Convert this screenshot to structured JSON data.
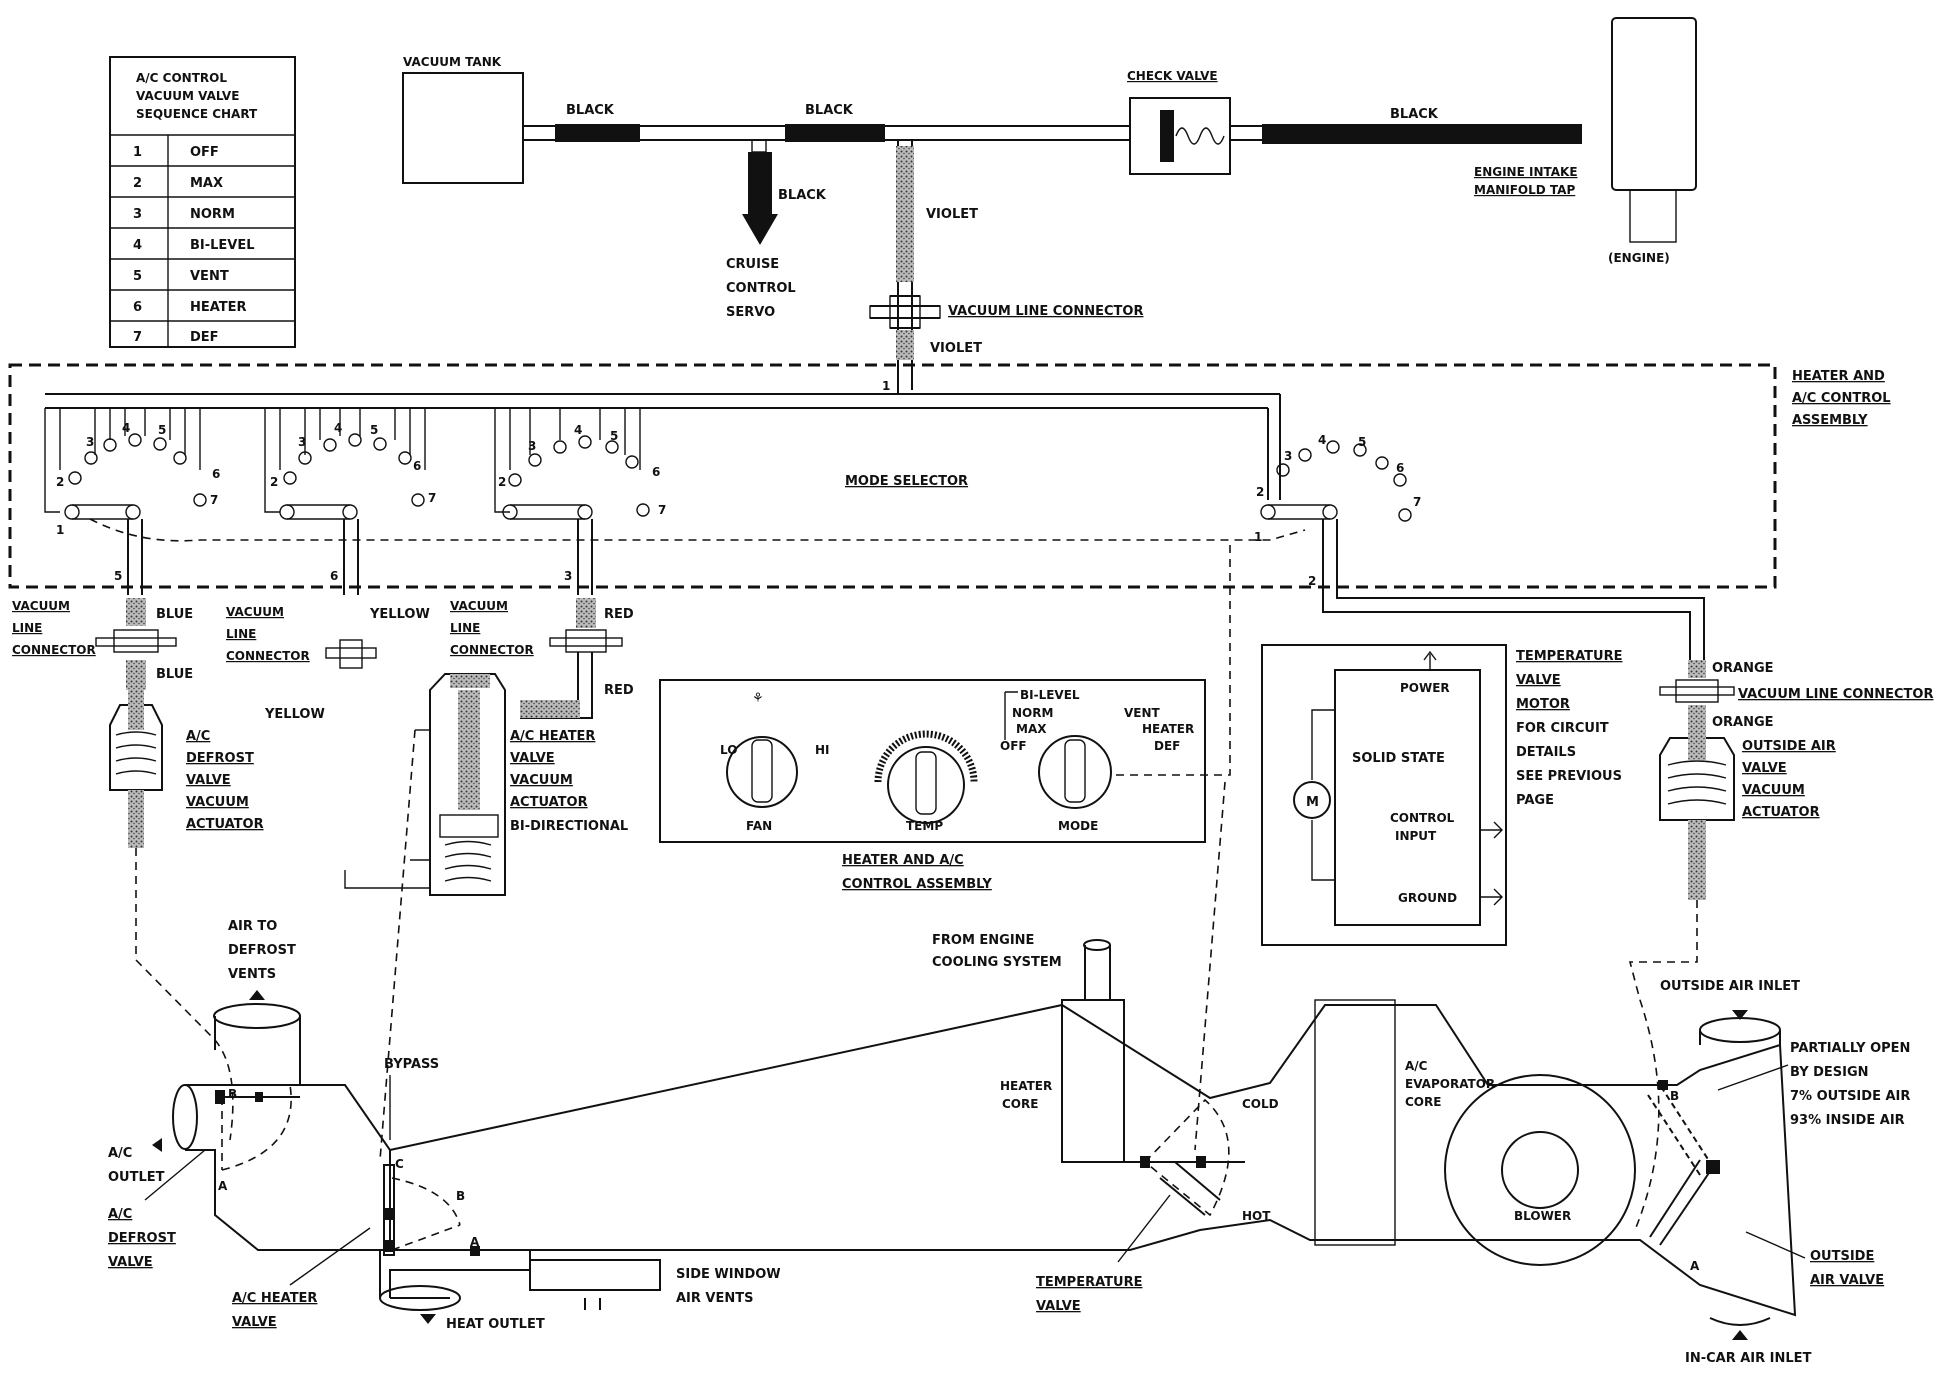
{
  "sequence_chart": {
    "title_lines": [
      "A/C CONTROL",
      "VACUUM VALVE",
      "SEQUENCE CHART"
    ],
    "rows": [
      {
        "num": "1",
        "mode": "OFF"
      },
      {
        "num": "2",
        "mode": "MAX"
      },
      {
        "num": "3",
        "mode": "NORM"
      },
      {
        "num": "4",
        "mode": "BI-LEVEL"
      },
      {
        "num": "5",
        "mode": "VENT"
      },
      {
        "num": "6",
        "mode": "HEATER"
      },
      {
        "num": "7",
        "mode": "DEF"
      }
    ]
  },
  "top": {
    "vacuum_tank": "VACUUM TANK",
    "black_1": "BLACK",
    "black_2": "BLACK",
    "black_3": "BLACK",
    "black_4": "BLACK",
    "cruise_lines": [
      "CRUISE",
      "CONTROL",
      "SERVO"
    ],
    "violet_1": "VIOLET",
    "violet_2": "VIOLET",
    "vacuum_line_connector": "VACUUM LINE CONNECTOR",
    "check_valve": "CHECK VALVE",
    "engine_intake_lines": [
      "ENGINE INTAKE",
      "MANIFOLD TAP"
    ],
    "engine": "(ENGINE)"
  },
  "control_assembly": {
    "label_lines": [
      "HEATER AND",
      "A/C CONTROL",
      "ASSEMBLY"
    ],
    "mode_selector": "MODE SELECTOR",
    "port_numbers": [
      "1",
      "2",
      "3",
      "4",
      "5",
      "6",
      "7"
    ],
    "line_tags": [
      "1",
      "5",
      "6",
      "3",
      "2",
      "1"
    ]
  },
  "connectors": {
    "left_label": [
      "VACUUM",
      "LINE",
      "CONNECTOR"
    ],
    "mid_label": [
      "VACUUM",
      "LINE",
      "CONNECTOR"
    ],
    "red_label": [
      "VACUUM",
      "LINE",
      "CONNECTOR"
    ],
    "blue_1": "BLUE",
    "blue_2": "BLUE",
    "yellow_1": "YELLOW",
    "yellow_2": "YELLOW",
    "red_1": "RED",
    "red_2": "RED",
    "orange_1": "ORANGE",
    "orange_2": "ORANGE",
    "vlc_right": "VACUUM LINE CONNECTOR"
  },
  "actuators": {
    "defrost": [
      "A/C",
      "DEFROST",
      "VALVE",
      "VACUUM",
      "ACTUATOR"
    ],
    "heater": [
      "A/C HEATER",
      "VALVE",
      "VACUUM",
      "ACTUATOR"
    ],
    "heater_bi": "BI-DIRECTIONAL",
    "outside": [
      "OUTSIDE AIR",
      "VALVE",
      "VACUUM",
      "ACTUATOR"
    ]
  },
  "control_panel": {
    "lo": "LO",
    "hi": "HI",
    "fan": "FAN",
    "temp": "TEMP",
    "mode": "MODE",
    "bilevel": "BI-LEVEL",
    "norm": "NORM",
    "max": "MAX",
    "off": "OFF",
    "vent": "VENT",
    "heater": "HEATER",
    "def": "DEF",
    "caption_lines": [
      "HEATER AND A/C",
      "CONTROL ASSEMBLY"
    ]
  },
  "temp_motor": {
    "power": "POWER",
    "solid_state": "SOLID STATE",
    "control_input_lines": [
      "CONTROL",
      "INPUT"
    ],
    "ground": "GROUND",
    "motor": "M",
    "label_lines": [
      "TEMPERATURE",
      "VALVE",
      "MOTOR"
    ],
    "note_lines": [
      "FOR CIRCUIT",
      "DETAILS",
      "SEE PREVIOUS",
      "PAGE"
    ]
  },
  "airflow": {
    "air_to_defrost": [
      "AIR TO",
      "DEFROST",
      "VENTS"
    ],
    "ac_outlet": [
      "A/C",
      "OUTLET"
    ],
    "ac_defrost_valve": [
      "A/C",
      "DEFROST",
      "VALVE"
    ],
    "bypass": "BYPASS",
    "ac_heater_valve": [
      "A/C HEATER",
      "VALVE"
    ],
    "heat_outlet": "HEAT OUTLET",
    "side_window": [
      "SIDE WINDOW",
      "AIR VENTS"
    ],
    "from_engine": [
      "FROM ENGINE",
      "COOLING SYSTEM"
    ],
    "heater_core": [
      "HEATER",
      "CORE"
    ],
    "cold": "COLD",
    "hot": "HOT",
    "temperature_valve": [
      "TEMPERATURE",
      "VALVE"
    ],
    "evaporator": [
      "A/C",
      "EVAPORATOR",
      "CORE"
    ],
    "blower": "BLOWER",
    "outside_air_inlet": "OUTSIDE AIR INLET",
    "partially_open": [
      "PARTIALLY OPEN",
      "BY DESIGN",
      "7% OUTSIDE AIR",
      "93% INSIDE AIR"
    ],
    "outside_air_valve": [
      "OUTSIDE",
      "AIR VALVE"
    ],
    "in_car_air_inlet": "IN-CAR AIR INLET",
    "valve_letters": [
      "A",
      "B",
      "C"
    ]
  }
}
